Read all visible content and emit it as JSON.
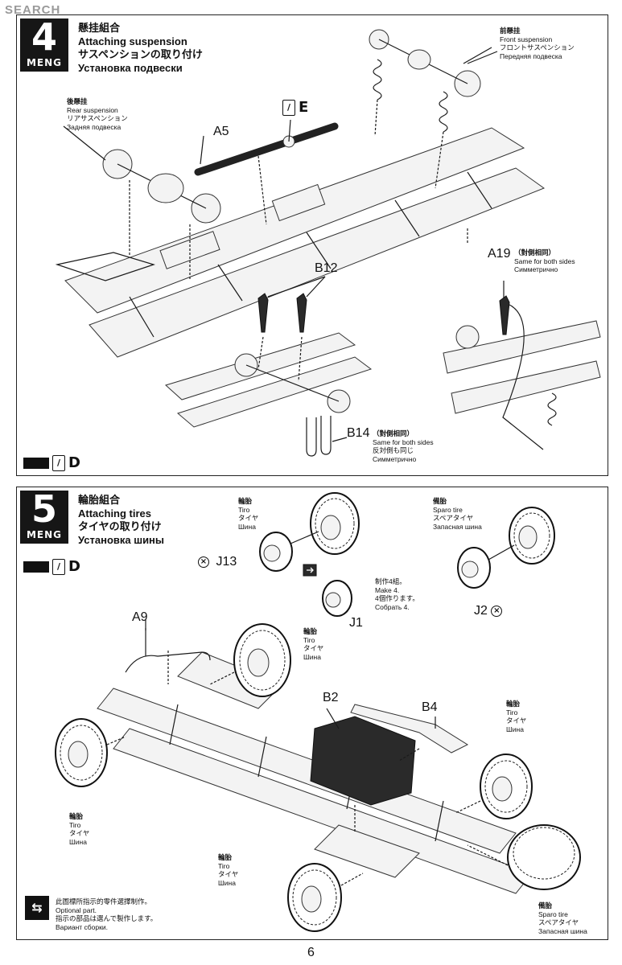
{
  "watermark": {
    "brand_a": "",
    "brand_b": "SEARCH",
    "sub": ""
  },
  "page_number": "6",
  "step4": {
    "number": "4",
    "brand": "MENG",
    "title_zh": "懸挂組合",
    "title_en": "Attaching suspension",
    "title_ja": "サスペンションの取り付け",
    "title_ru": "Установка подвески",
    "paint_code": "E",
    "paint_code_bottom": "D",
    "labels": {
      "a5": "A5",
      "b12": "B12",
      "b14": "B14",
      "a19": "A19"
    },
    "rear": {
      "zh": "後懸挂",
      "en": "Rear suspension",
      "ja": "リアサスペンション",
      "ru": "Задняя подвеска"
    },
    "front": {
      "zh": "前懸挂",
      "en": "Front suspension",
      "ja": "フロントサスペンション",
      "ru": "Передняя подвеска"
    },
    "same_a19": {
      "zh": "（對側相同）",
      "en": "Same for both sides",
      "ru": "Симметрично"
    },
    "same_b14": {
      "zh": "（對側相同）",
      "en": "Same for both sides",
      "ja": "反対側も同じ",
      "ru": "Симметрично"
    }
  },
  "step5": {
    "number": "5",
    "brand": "MENG",
    "title_zh": "輪胎組合",
    "title_en": "Attaching tires",
    "title_ja": "タイヤの取り付け",
    "title_ru": "Установка шины",
    "paint_code": "D",
    "labels": {
      "j13": "J13",
      "j1": "J1",
      "j2": "J2",
      "a9": "A9",
      "b2": "B2",
      "b4": "B4"
    },
    "tire": {
      "zh": "輪胎",
      "en": "Tiro",
      "ja": "タイヤ",
      "ru": "Шина"
    },
    "tire_b": {
      "zh": "輪胎",
      "en": "Tiro",
      "ja": "タイヤ",
      "ru": "Шина"
    },
    "spare": {
      "zh": "備胎",
      "en": "Sparo tire",
      "ja": "スペアタイヤ",
      "ru": "Запасная шина"
    },
    "make4": {
      "zh": "制作4組。",
      "en": "Make 4.",
      "ja": "4個作ります。",
      "ru": "Собрать 4."
    },
    "optional": {
      "zh": "此圖標所指示的零件選擇制作。",
      "en": "Optional part.",
      "ja": "指示の部品は選んで製作します。",
      "ru": "Вариант сборки."
    }
  },
  "colors": {
    "ink": "#111111",
    "watermark_blue": "#1a5fb4"
  }
}
